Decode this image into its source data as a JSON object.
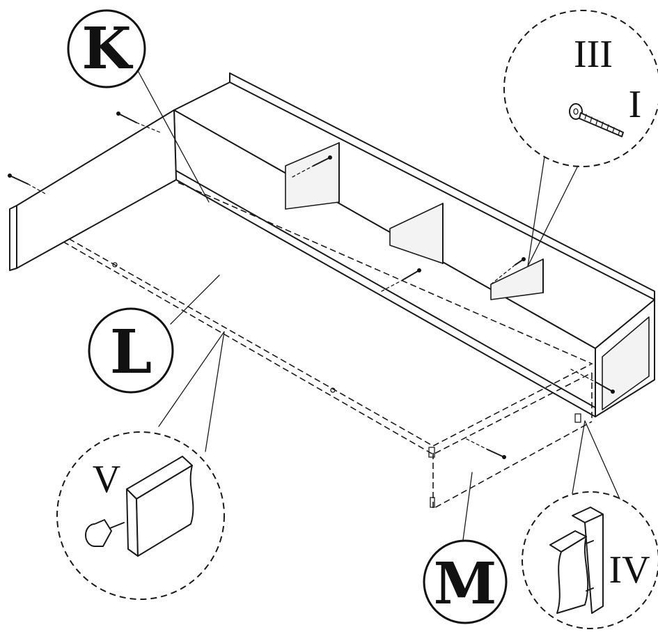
{
  "labels": {
    "panel_k": "K",
    "panel_l": "L",
    "panel_m": "M"
  },
  "hardware": {
    "screw": "I",
    "hex_key": "III",
    "dowel_joint": "IV",
    "foot_pad": "V"
  }
}
